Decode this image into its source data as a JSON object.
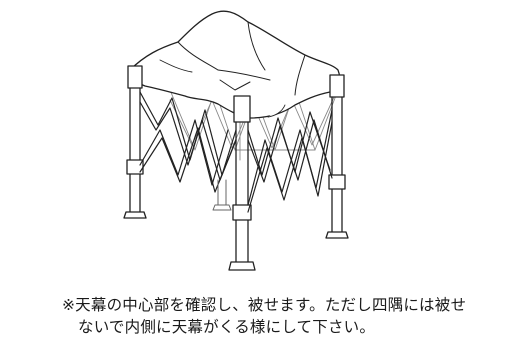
{
  "figure": {
    "subject": "pop-up-tent-frame-with-canopy-cover"
  },
  "caption": {
    "line1": "※天幕の中心部を確認し、被せます。ただし四隅には被せ",
    "line2": "ないで内側に天幕がくる様にして下さい。"
  }
}
